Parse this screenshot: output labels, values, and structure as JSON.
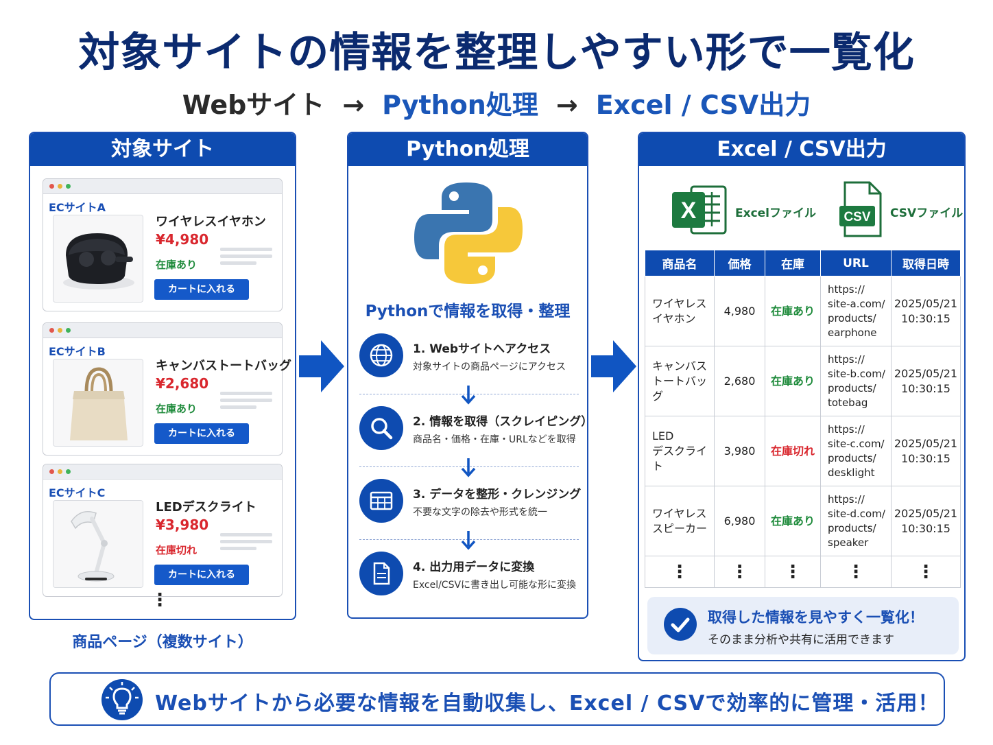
{
  "header": {
    "title": "対象サイトの情報を整理しやすい形で一覧化",
    "flow_step1": "Webサイト",
    "flow_arrow": "→",
    "flow_step2": "Python処理",
    "flow_step3": "Excel / CSV出力"
  },
  "sites_panel": {
    "title": "対象サイト",
    "caption": "商品ページ（複数サイト）",
    "more": "⋮",
    "sites": [
      {
        "name": "ECサイトA",
        "product": "ワイヤレスイヤホン",
        "price": "¥4,980",
        "stock": "在庫あり",
        "cart": "カートに入れる"
      },
      {
        "name": "ECサイトB",
        "product": "キャンバストートバッグ",
        "price": "¥2,680",
        "stock": "在庫あり",
        "cart": "カートに入れる"
      },
      {
        "name": "ECサイトC",
        "product": "LEDデスクライト",
        "price": "¥3,980",
        "stock": "在庫切れ",
        "cart": "カートに入れる"
      }
    ]
  },
  "python_panel": {
    "title": "Python処理",
    "subtitle": "Pythonで情報を取得・整理",
    "steps": [
      {
        "title": "1. Webサイトへアクセス",
        "desc": "対象サイトの商品ページにアクセス"
      },
      {
        "title": "2. 情報を取得（スクレイピング）",
        "desc": "商品名・価格・在庫・URLなどを取得"
      },
      {
        "title": "3. データを整形・クレンジング",
        "desc": "不要な文字の除去や形式を統一"
      },
      {
        "title": "4. 出力用データに変換",
        "desc": "Excel/CSVに書き出し可能な形に変換"
      }
    ]
  },
  "excel_panel": {
    "title": "Excel / CSV出力",
    "excel_label": "Excelファイル",
    "excel_badge": "X",
    "csv_label": "CSVファイル",
    "csv_badge": "CSV",
    "columns": [
      "商品名",
      "価格",
      "在庫",
      "URL",
      "取得日時"
    ],
    "rows": [
      {
        "name_l1": "ワイヤレス",
        "name_l2": "イヤホン",
        "price": "4,980",
        "stock": "在庫あり",
        "url_l1": "https://",
        "url_l2": "site-a.com/",
        "url_l3": "products/",
        "url_l4": "earphone",
        "date": "2025/05/21",
        "time": "10:30:15"
      },
      {
        "name_l1": "キャンバス",
        "name_l2": "トートバッグ",
        "price": "2,680",
        "stock": "在庫あり",
        "url_l1": "https://",
        "url_l2": "site-b.com/",
        "url_l3": "products/",
        "url_l4": "totebag",
        "date": "2025/05/21",
        "time": "10:30:15"
      },
      {
        "name_l1": "LED",
        "name_l2": "デスクライト",
        "price": "3,980",
        "stock": "在庫切れ",
        "url_l1": "https://",
        "url_l2": "site-c.com/",
        "url_l3": "products/",
        "url_l4": "desklight",
        "date": "2025/05/21",
        "time": "10:30:15"
      },
      {
        "name_l1": "ワイヤレス",
        "name_l2": "スピーカー",
        "price": "6,980",
        "stock": "在庫あり",
        "url_l1": "https://",
        "url_l2": "site-d.com/",
        "url_l3": "products/",
        "url_l4": "speaker",
        "date": "2025/05/21",
        "time": "10:30:15"
      }
    ],
    "more": "⋮",
    "done_title": "取得した情報を見やすく一覧化！",
    "done_sub": "そのまま分析や共有に活用できます"
  },
  "footer": {
    "text": "Webサイトから必要な情報を自動収集し、Excel / CSVで効率的に管理・活用！"
  },
  "colors": {
    "brand_blue": "#0e4bb0",
    "title_navy": "#0b2a6f",
    "price_red": "#d9272e",
    "stock_green": "#1d8a3a",
    "excel_green": "#1d6e3a",
    "python_blue": "#3a75b0",
    "python_yellow": "#f6c83a"
  }
}
